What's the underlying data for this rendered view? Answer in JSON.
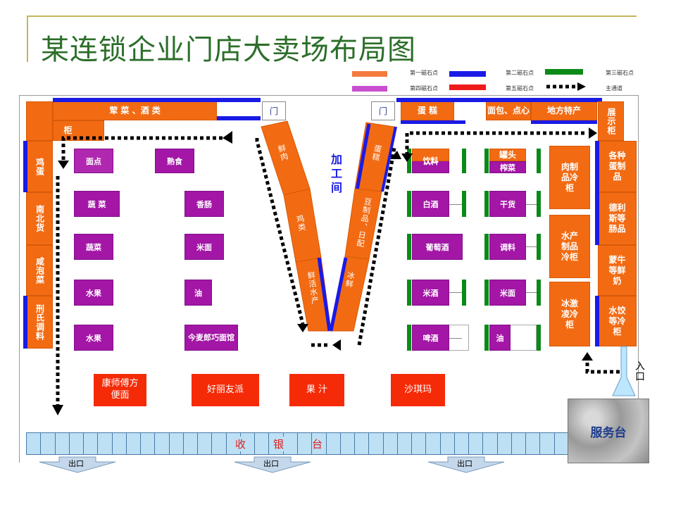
{
  "title": "某连锁企业门店大卖场布局图",
  "legend": {
    "item1": "第一磁石点",
    "item2": "第二磁石点",
    "item3": "第三磁石点",
    "item4": "第四磁石点",
    "item5": "第五磁石点",
    "item6": "主通道",
    "colors": {
      "c1": "#f47a3d",
      "c2": "#1a1ae6",
      "c3": "#0b8a18",
      "c4": "#c94fd1",
      "c5": "#ee1c1c",
      "c6": "#000000"
    }
  },
  "top": {
    "vegetables_wine": "荤 菜 、酒 类",
    "door_left": "门",
    "door_right": "门",
    "cake": "蛋 糕",
    "bread": "面包、点心",
    "local": "地方特产",
    "display": "展示柜",
    "cabinet": "柜"
  },
  "left_wall": {
    "eggs": "鸡蛋",
    "nanbei": "南北货",
    "pickles": "咸泡菜",
    "condiments": "刑氏调料"
  },
  "left_aisles": {
    "noodle": "面点",
    "deli": "熟食",
    "veg1": "蔬 菜",
    "veg2": "蔬菜",
    "fruit1": "水果",
    "fruit2": "水果",
    "sausage": "香肠",
    "rice_noodle": "米面",
    "oil": "油",
    "chocolate": "今麦郎巧面馆"
  },
  "v_shape": {
    "fresh_meat": "鲜肉",
    "chicken": "鸡类",
    "aquatic": "鲜活水产",
    "cake": "蛋糕",
    "tofu": "豆制品、日配",
    "frozen": "冰鲜",
    "processing": "加工间"
  },
  "right_aisles": {
    "drinks": "饮料",
    "canned": "罐头",
    "pickled": "榨菜",
    "liquor": "白酒",
    "dried": "干货",
    "wine": "葡萄酒",
    "seasoning": "调料",
    "rice_wine": "米酒",
    "rice_flour": "米面",
    "beer": "啤酒",
    "oil": "油"
  },
  "right_cold": {
    "meat_fridge": "肉制品冷柜",
    "aqua_fridge": "水产制品冷柜",
    "icecream": "冰激凌冷柜"
  },
  "right_wall": {
    "eggs_products": "各种蛋制品",
    "deli_sausage": "德利斯等肠品",
    "milk": "蒙牛等鲜奶",
    "dumplings": "水饺等冷柜"
  },
  "promo": {
    "kangshifu": "康师傅方便面",
    "haoliyou": "好丽友派",
    "juice": "果 汁",
    "shaqima": "沙琪玛"
  },
  "checkout": {
    "c1": "收",
    "c2": "银",
    "c3": "台"
  },
  "service": "服务台",
  "entrance": "入口",
  "exits": [
    "出口",
    "出口",
    "出口"
  ]
}
